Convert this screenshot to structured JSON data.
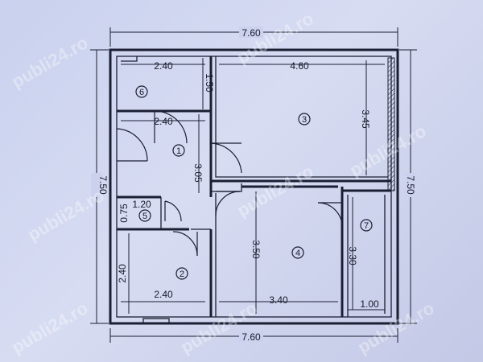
{
  "dimensions": {
    "top_total": "7.60",
    "bottom_total": "7.60",
    "left_total": "7.50",
    "right_total": "7.50",
    "room6_width": "2.40",
    "room6_height": "1.50",
    "room3_width": "4.60",
    "room3_height": "3.45",
    "hall_width": "2.40",
    "hall_height": "3.05",
    "room5_width": "1.20",
    "room5_height": "0.75",
    "room2_width": "2.40",
    "room2_height": "2.40",
    "room4_width": "3.40",
    "room4_height": "3.50",
    "room7_height": "3.30",
    "room7_width": "1.00"
  },
  "rooms": [
    {
      "number": "1"
    },
    {
      "number": "2"
    },
    {
      "number": "3"
    },
    {
      "number": "4"
    },
    {
      "number": "5"
    },
    {
      "number": "6"
    },
    {
      "number": "7"
    }
  ],
  "watermark": "publi24.ro"
}
